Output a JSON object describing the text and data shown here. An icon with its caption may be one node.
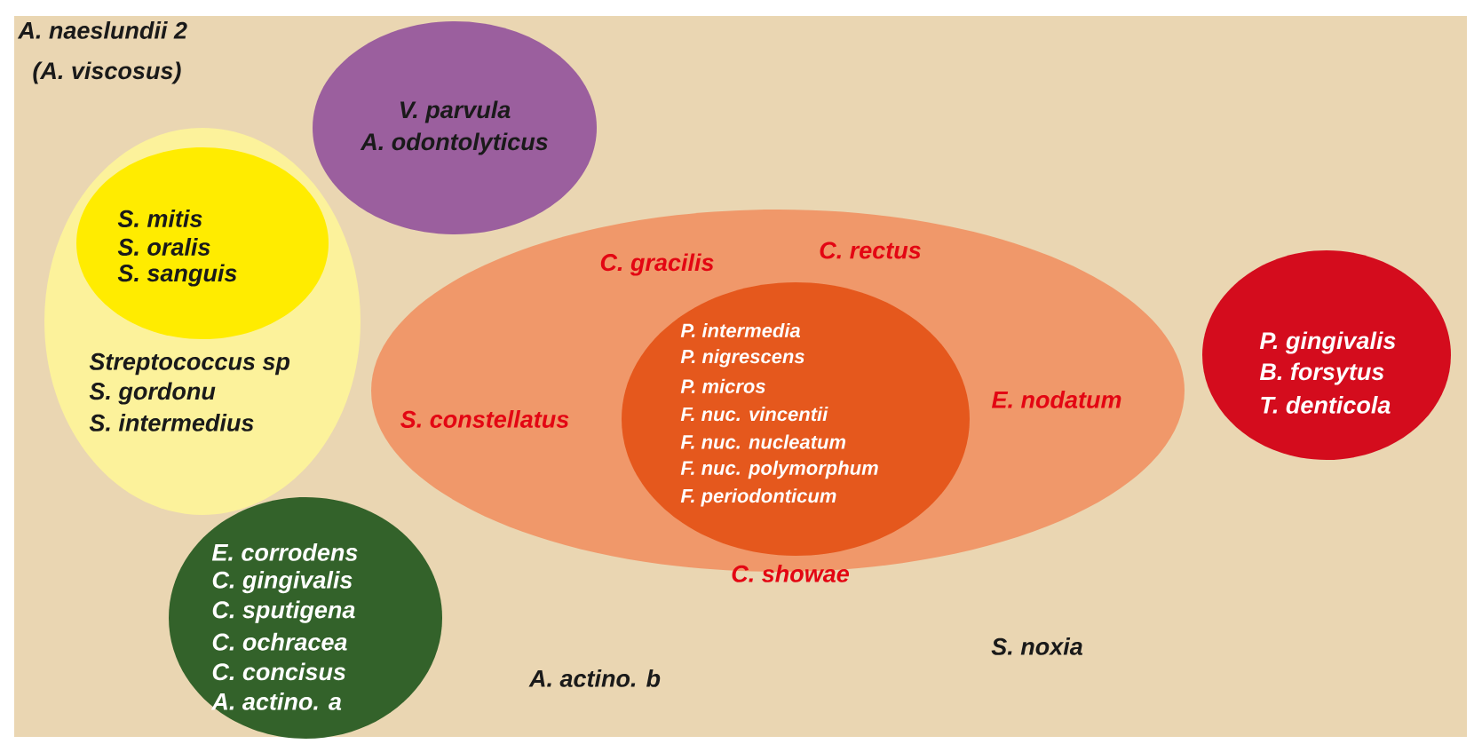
{
  "diagram": {
    "nodes": [
      {
        "text": [
          "Streptococcus sp",
          "S. gordonu",
          "S. intermedius"
        ]
      },
      {
        "text": [
          "S. mitis",
          "S. oralis",
          "S. sanguis"
        ],
        "in": 0
      },
      {
        "text": [
          "V. parvula",
          "A. odontolyticus"
        ]
      },
      {
        "text": [
          "C. gracilis",
          "C. rectus",
          "S. constellatus",
          "E. nodatum",
          "C. showae"
        ]
      },
      {
        "text": [
          "P. intermedia",
          "P. nigrescens",
          "P. micros",
          "F. nuc. vincentii",
          "F. nuc. nucleatum",
          "F. nuc. polymorphum",
          "F. periodonticum"
        ],
        "in": 3
      },
      {
        "text": [
          "P. gingivalis",
          "B. forsytus",
          "T. denticola"
        ]
      },
      {
        "text": [
          "E. corrodens",
          "C. gingivalis",
          "C. sputigena",
          "C. ochracea",
          "C. concisus",
          "A. actino. a"
        ]
      }
    ],
    "labels": [
      "A. naeslundii 2",
      "(A. viscosus)",
      "S. noxia",
      "A. actino. b"
    ]
  }
}
